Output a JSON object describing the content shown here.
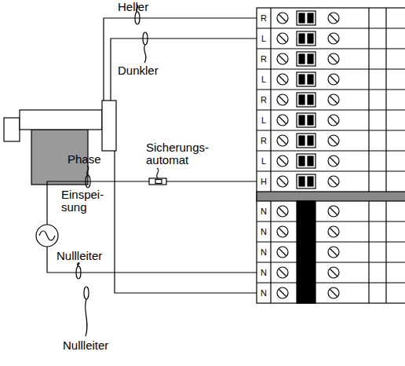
{
  "diagram": {
    "labels": [
      "Heller",
      "Dunkler",
      "Sicherungs- automat",
      "Phase",
      "Einspei- sung",
      "Nullleiter",
      "Nullleiter",
      "R",
      "L",
      "R",
      "L",
      "R",
      "L",
      "R",
      "L",
      "H",
      "N",
      "N",
      "N",
      "N",
      "N"
    ]
  }
}
